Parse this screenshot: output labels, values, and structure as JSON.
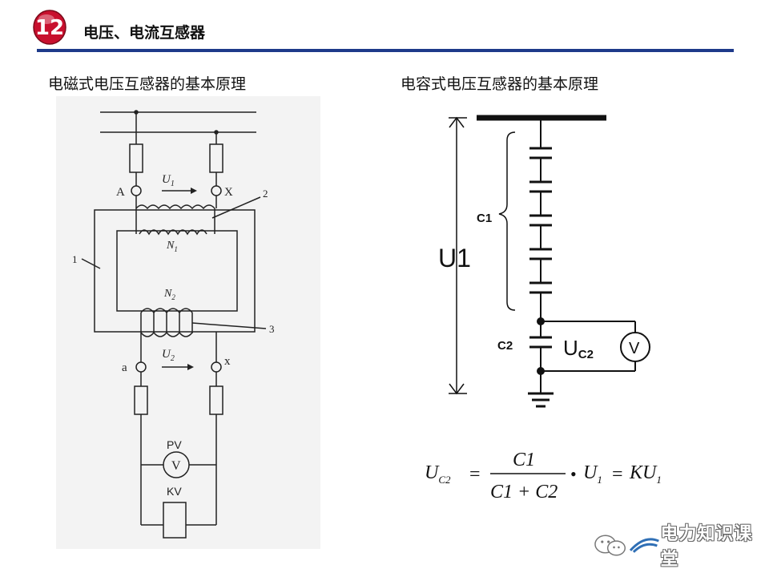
{
  "header": {
    "badge_number": "12",
    "title": "电压、电流互感器"
  },
  "left_section": {
    "title": "电磁式电压互感器的基本原理",
    "labels": {
      "terminal_A": "A",
      "terminal_X": "X",
      "u1": "U",
      "u1_sub": "1",
      "n1": "N",
      "n1_sub": "1",
      "n2": "N",
      "n2_sub": "2",
      "terminal_a": "a",
      "terminal_x": "x",
      "u2": "U",
      "u2_sub": "2",
      "callout_1": "1",
      "callout_2": "2",
      "callout_3": "3",
      "pv": "PV",
      "kv": "KV",
      "voltmeter": "V"
    }
  },
  "right_section": {
    "title": "电容式电压互感器的基本原理",
    "labels": {
      "u1": "U1",
      "c1": "C1",
      "c2": "C2",
      "uc2": "U",
      "uc2_sub": "C2",
      "voltmeter": "V"
    }
  },
  "formula": {
    "lhs": "U",
    "lhs_sub": "C2",
    "eq1": "=",
    "numerator": "C1",
    "denominator": "C1 + C2",
    "dot": "•",
    "u1": "U",
    "u1_sub": "1",
    "eq2": "=",
    "rhs": "KU",
    "rhs_sub": "1"
  },
  "watermark": {
    "text": "电力知识课堂"
  }
}
